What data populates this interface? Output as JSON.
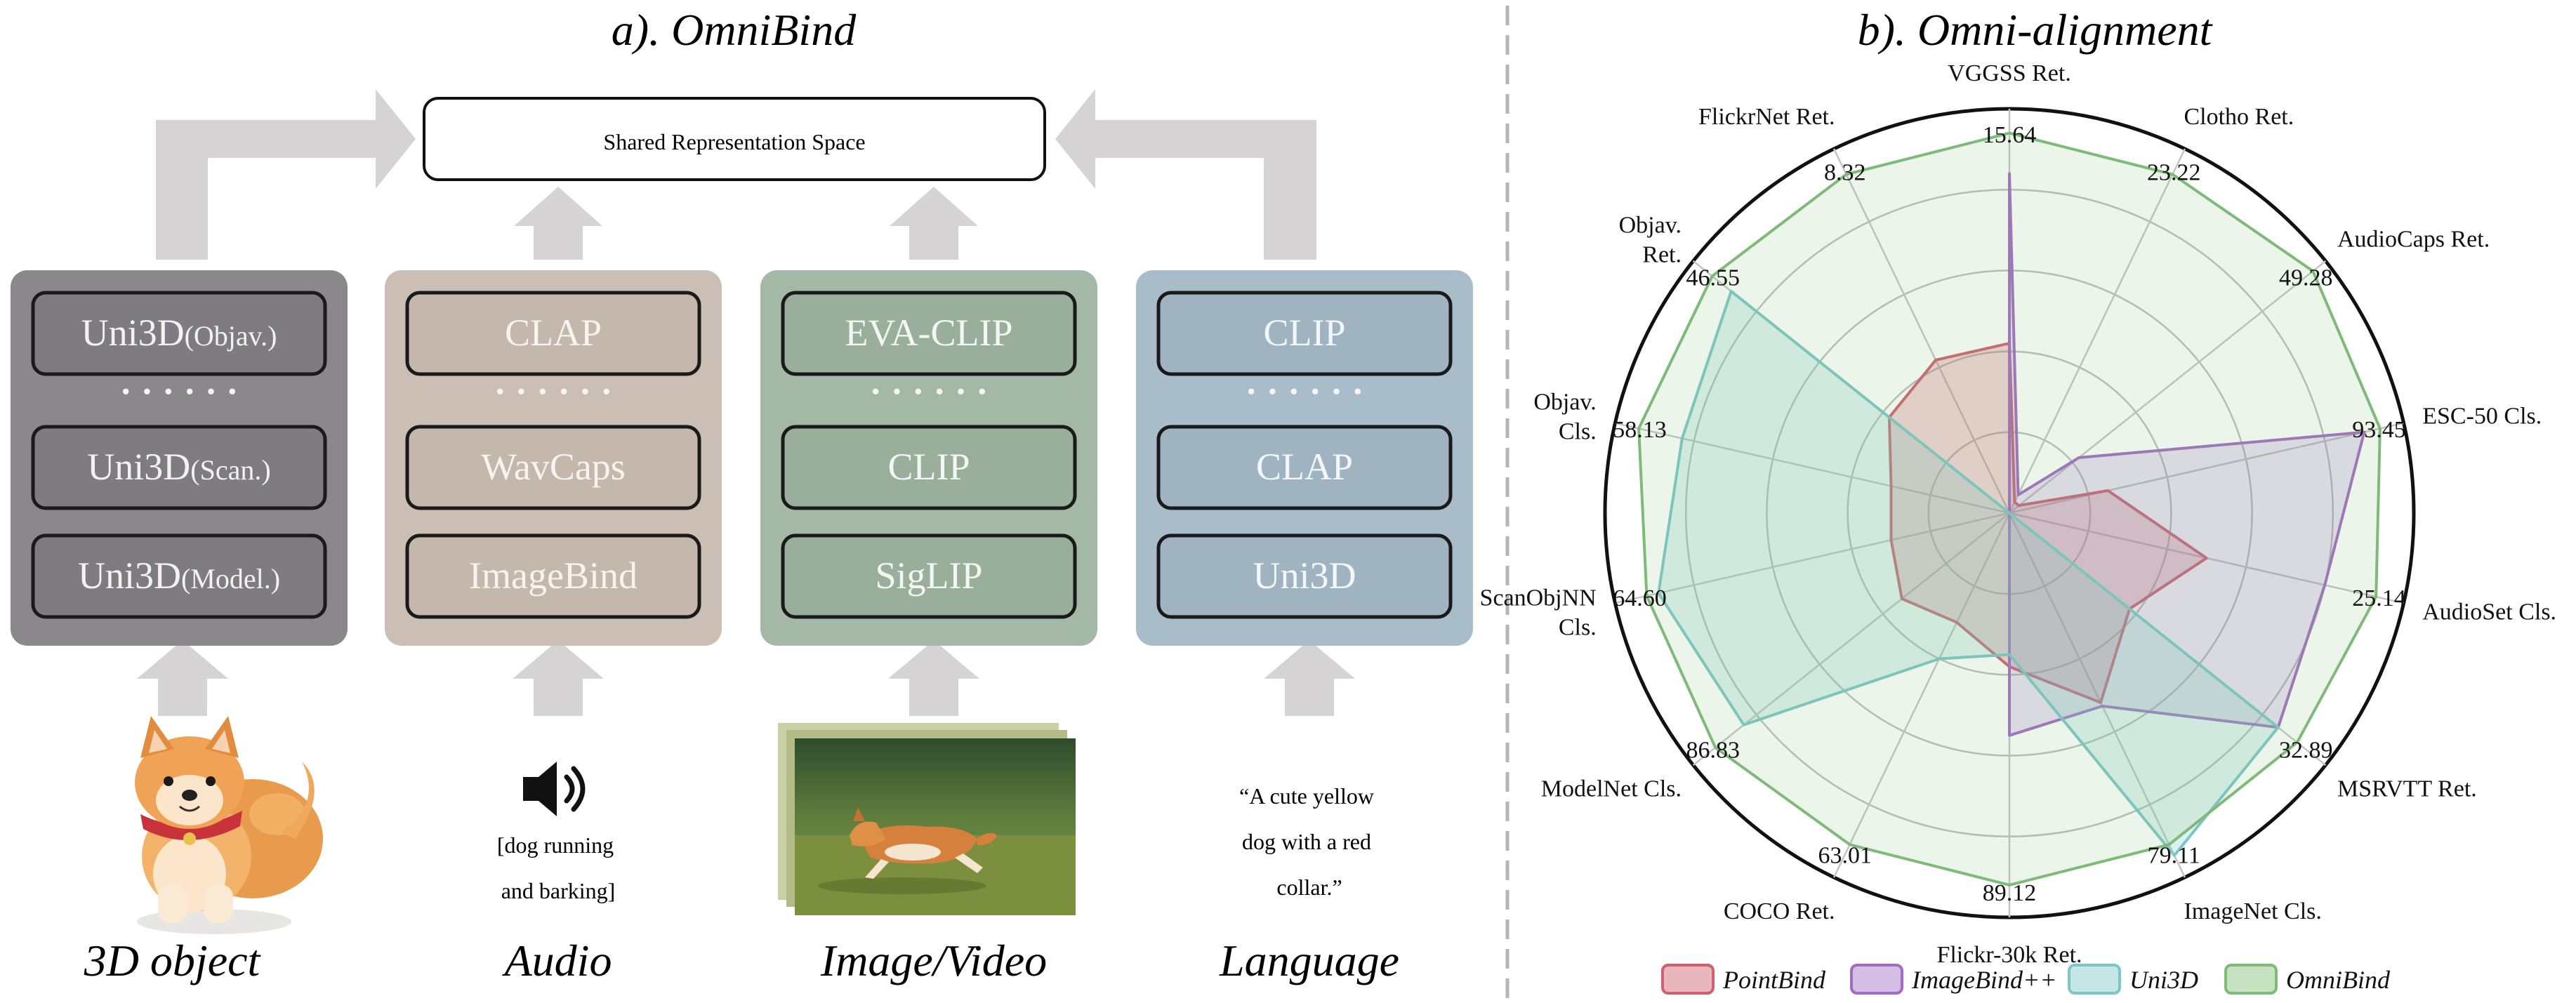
{
  "left": {
    "title": "a). OmniBind",
    "shared_space_label": "Shared Representation Space",
    "columns": [
      {
        "key": "3d",
        "models": [
          "Uni3D(Objav.)",
          "Uni3D(Scan.)",
          "Uni3D(Model.)"
        ],
        "models_small": [
          [
            "Uni3D",
            "(Objav.)"
          ],
          [
            "Uni3D",
            "(Scan.)"
          ],
          [
            "Uni3D",
            "(Model.)"
          ]
        ],
        "dots": "· · · · · ·",
        "input_label": "3D object",
        "bg": "#8a888b",
        "box_fill": "#7e7c80",
        "text_color": "#f2f2f2"
      },
      {
        "key": "audio",
        "models": [
          "CLAP",
          "WavCaps",
          "ImageBind"
        ],
        "dots": "· · · · · ·",
        "input_caption": [
          "[dog running",
          "and barking]"
        ],
        "input_label": "Audio",
        "bg": "#cbbfb5",
        "box_fill": "#c4b7ac",
        "text_color": "#f7f3ef"
      },
      {
        "key": "image",
        "models": [
          "EVA-CLIP",
          "CLIP",
          "SigLIP"
        ],
        "dots": "· · · · · ·",
        "input_label": "Image/Video",
        "bg": "#a4b9a5",
        "box_fill": "#99af9b",
        "text_color": "#f3f7f3"
      },
      {
        "key": "language",
        "models": [
          "CLIP",
          "CLAP",
          "Uni3D"
        ],
        "dots": "· · · · · ·",
        "input_caption": [
          "“A cute yellow",
          "dog with a red",
          "collar.”"
        ],
        "input_label": "Language",
        "bg": "#a9bcc9",
        "box_fill": "#9fb3c1",
        "text_color": "#f3f7fa"
      }
    ],
    "arrow_color": "#d6d3d4"
  },
  "right": {
    "title": "b). Omni-alignment",
    "axes": [
      {
        "label": [
          "VGGSS Ret."
        ],
        "value": "15.64"
      },
      {
        "label": [
          "Clotho Ret."
        ],
        "value": "23.22"
      },
      {
        "label": [
          "AudioCaps Ret."
        ],
        "value": "49.28"
      },
      {
        "label": [
          "ESC-50 Cls."
        ],
        "value": "93.45"
      },
      {
        "label": [
          "AudioSet Cls."
        ],
        "value": "25.14"
      },
      {
        "label": [
          "MSRVTT Ret."
        ],
        "value": "32.89"
      },
      {
        "label": [
          "ImageNet Cls."
        ],
        "value": "79.11"
      },
      {
        "label": [
          "Flickr-30k Ret."
        ],
        "value": "89.12"
      },
      {
        "label": [
          "COCO Ret."
        ],
        "value": "63.01"
      },
      {
        "label": [
          "ModelNet Cls."
        ],
        "value": "86.83"
      },
      {
        "label": [
          "ScanObjNN",
          "Cls."
        ],
        "value": "64.60"
      },
      {
        "label": [
          "Objav.",
          "Cls."
        ],
        "value": "58.13"
      },
      {
        "label": [
          "Objav.",
          "Ret."
        ],
        "value": "46.55"
      },
      {
        "label": [
          "FlickrNet Ret."
        ],
        "value": "8.32"
      }
    ],
    "series": [
      {
        "name": "PointBind",
        "color": "#d0606d",
        "fill": "rgba(205,95,110,0.28)",
        "values": [
          0.42,
          0.03,
          0.03,
          0.25,
          0.5,
          0.38,
          0.52,
          0.38,
          0.3,
          0.34,
          0.3,
          0.3,
          0.38,
          0.42
        ]
      },
      {
        "name": "ImageBind++",
        "color": "#a36bc3",
        "fill": "rgba(160,110,200,0.22)",
        "values": [
          0.84,
          0.05,
          0.22,
          0.9,
          0.8,
          0.85,
          0.53,
          0.55,
          0.0,
          0.0,
          0.0,
          0.0,
          0.0,
          0.0
        ]
      },
      {
        "name": "Uni3D",
        "color": "#7cc6c8",
        "fill": "rgba(125,200,200,0.25)",
        "values": [
          0.0,
          0.0,
          0.0,
          0.0,
          0.0,
          0.85,
          0.94,
          0.35,
          0.4,
          0.84,
          0.89,
          0.83,
          0.88,
          0.0
        ]
      },
      {
        "name": "OmniBind",
        "color": "#7fba7a",
        "fill": "rgba(130,190,120,0.16)",
        "values": [
          0.94,
          0.93,
          0.96,
          0.94,
          0.93,
          0.91,
          0.91,
          0.92,
          0.91,
          0.93,
          0.92,
          0.94,
          0.94,
          0.93
        ]
      }
    ]
  }
}
